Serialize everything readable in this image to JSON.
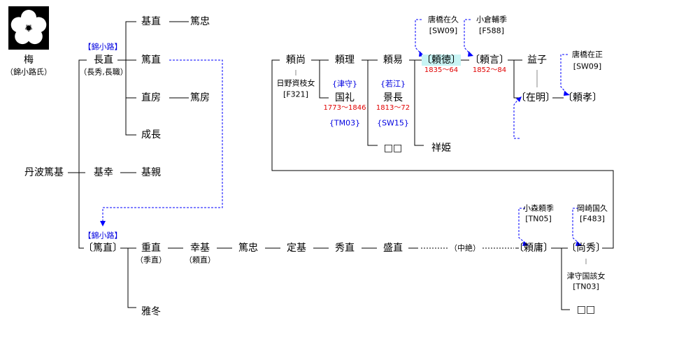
{
  "crest": {
    "name": "梅",
    "clan": "（錦小路氏）"
  },
  "colors": {
    "line": "#000000",
    "dashed": "#0000ff",
    "years": "#e00000",
    "note": "#0000e0",
    "highlight": "#c8f4f4"
  },
  "left_tree": {
    "root": "丹波篤基",
    "motoyuki": "基幸",
    "motochika": "基親",
    "house1": "【錦小路】",
    "nagana": "長直",
    "nagana_alias": "（長秀,長職）",
    "motonao": "基直",
    "atsutada1": "篤忠",
    "atsunao1": "篤直",
    "naofusa": "直房",
    "atsufusa": "篤房",
    "shigenaga": "成長"
  },
  "bottom_tree": {
    "house2": "【錦小路】",
    "atsunao2": "〔篤直〕",
    "shigenao": "重直",
    "shigenao_alias": "（季直）",
    "yukimoto": "幸基",
    "yukimoto_alias": "（頼直）",
    "atsutada2": "篤忠",
    "sadamoto": "定基",
    "hidenao": "秀直",
    "morinao": "盛直",
    "break": "（中絶）",
    "masafuyu": "雅冬",
    "yorinobu": "〔頼庸〕",
    "yorinobu_father": "小森頼季",
    "yorinobu_father_code": "[TN05]",
    "naohide": "〔尚秀〕",
    "naohide_father": "岡崎国久",
    "naohide_father_code": "[F483]",
    "naohide_wife": "津守国該女",
    "naohide_wife_code": "[TN03]",
    "unknown": "□□"
  },
  "top_tree": {
    "yorinao": "頼尚",
    "yorinao_wife": "日野資枝女",
    "yorinao_wife_code": "[F321]",
    "yorimasa": "頼理",
    "kuniaya": "国礼",
    "kuniaya_years": "1773〜1846",
    "kuniaya_house": "{津守}",
    "kuniaya_code": "{TM03}",
    "yoriyasu": "頼易",
    "kagenaga": "景長",
    "kagenaga_years": "1813〜72",
    "kagenaga_house": "{若江}",
    "kagenaga_code": "{SW15}",
    "unknown": "□□",
    "sachihime": "祥姫",
    "yorinori": "〔頼徳〕",
    "yorinori_years": "1835〜64",
    "yorinori_father": "唐橋在久",
    "yorinori_father_code": "[SW09]",
    "yoritoki": "〔頼言〕",
    "yoritoki_years": "1852〜84",
    "yoritoki_father": "小倉輔季",
    "yoritoki_father_code": "[F588]",
    "masuko": "益子",
    "ariakira": "〔在明〕",
    "yoritaka": "〔頼孝〕",
    "yoritaka_father": "唐橋在正",
    "yoritaka_father_code": "[SW09]"
  }
}
